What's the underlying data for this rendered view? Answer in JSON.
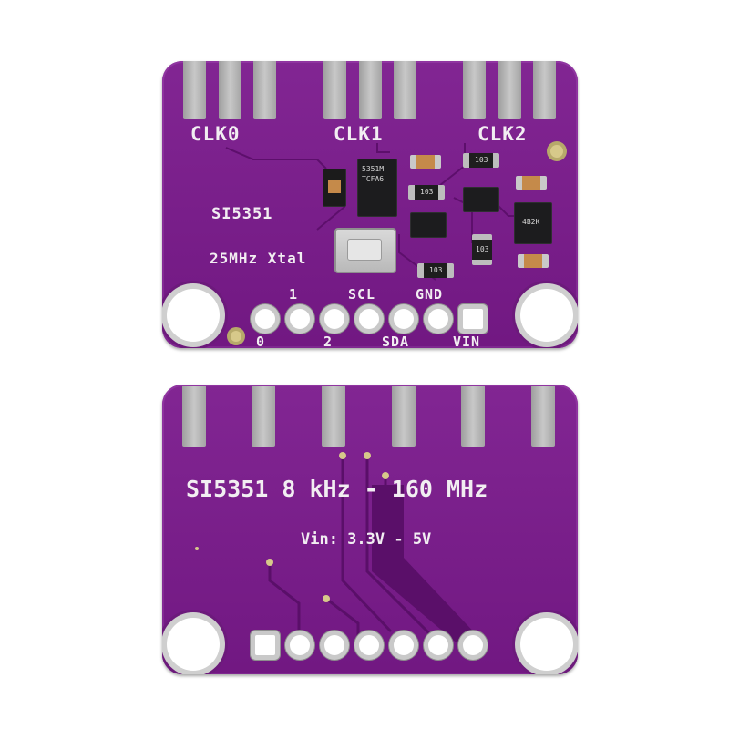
{
  "top_board": {
    "clock_labels": [
      "CLK0",
      "CLK1",
      "CLK2"
    ],
    "chip_name": "SI5351",
    "crystal_label": "25MHz Xtal",
    "pin_labels_upper": [
      "1",
      "SCL",
      "GND"
    ],
    "pin_labels_lower": [
      "0",
      "2",
      "SDA",
      "VIN"
    ],
    "chip_marking_1": "5351M",
    "chip_marking_2": "TCFA6",
    "resistor_marking_1": "103",
    "resistor_marking_2": "103",
    "resistor_marking_3": "103",
    "resistor_marking_4": "103",
    "regulator_marking": "4B2K"
  },
  "bottom_board": {
    "title": "SI5351 8 kHz - 160 MHz",
    "voltage": "Vin: 3.3V - 5V"
  },
  "colors": {
    "pcb": "#7b1a8d",
    "silkscreen": "#f2eef2",
    "pad_metal": "#b5b5b5"
  }
}
